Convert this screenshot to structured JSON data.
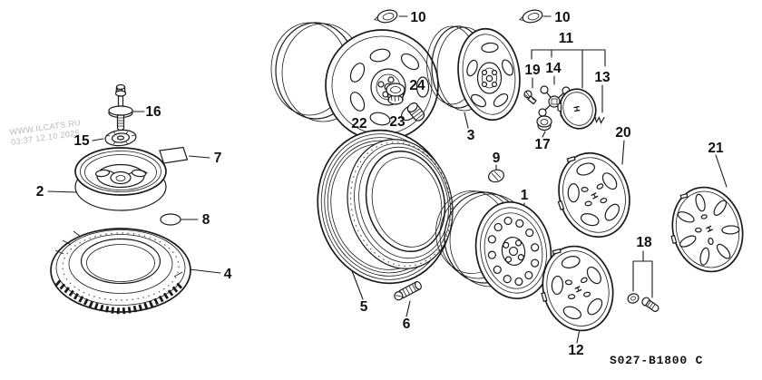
{
  "watermark": {
    "line1": "WWW.ILCATS.RU",
    "line2": "03:37 12.10.2025"
  },
  "diagram_code": "S027-B1800 C",
  "logo_letter": "H",
  "callouts": {
    "c1": "1",
    "c2": "2",
    "c3": "3",
    "c4": "4",
    "c5": "5",
    "c6": "6",
    "c7": "7",
    "c8": "8",
    "c9": "9",
    "c10a": "10",
    "c10b": "10",
    "c11": "11",
    "c12": "12",
    "c13": "13",
    "c14": "14",
    "c15": "15",
    "c16": "16",
    "c17": "17",
    "c18": "18",
    "c19": "19",
    "c20": "20",
    "c21": "21",
    "c22": "22",
    "c23": "23",
    "c24": "24"
  }
}
